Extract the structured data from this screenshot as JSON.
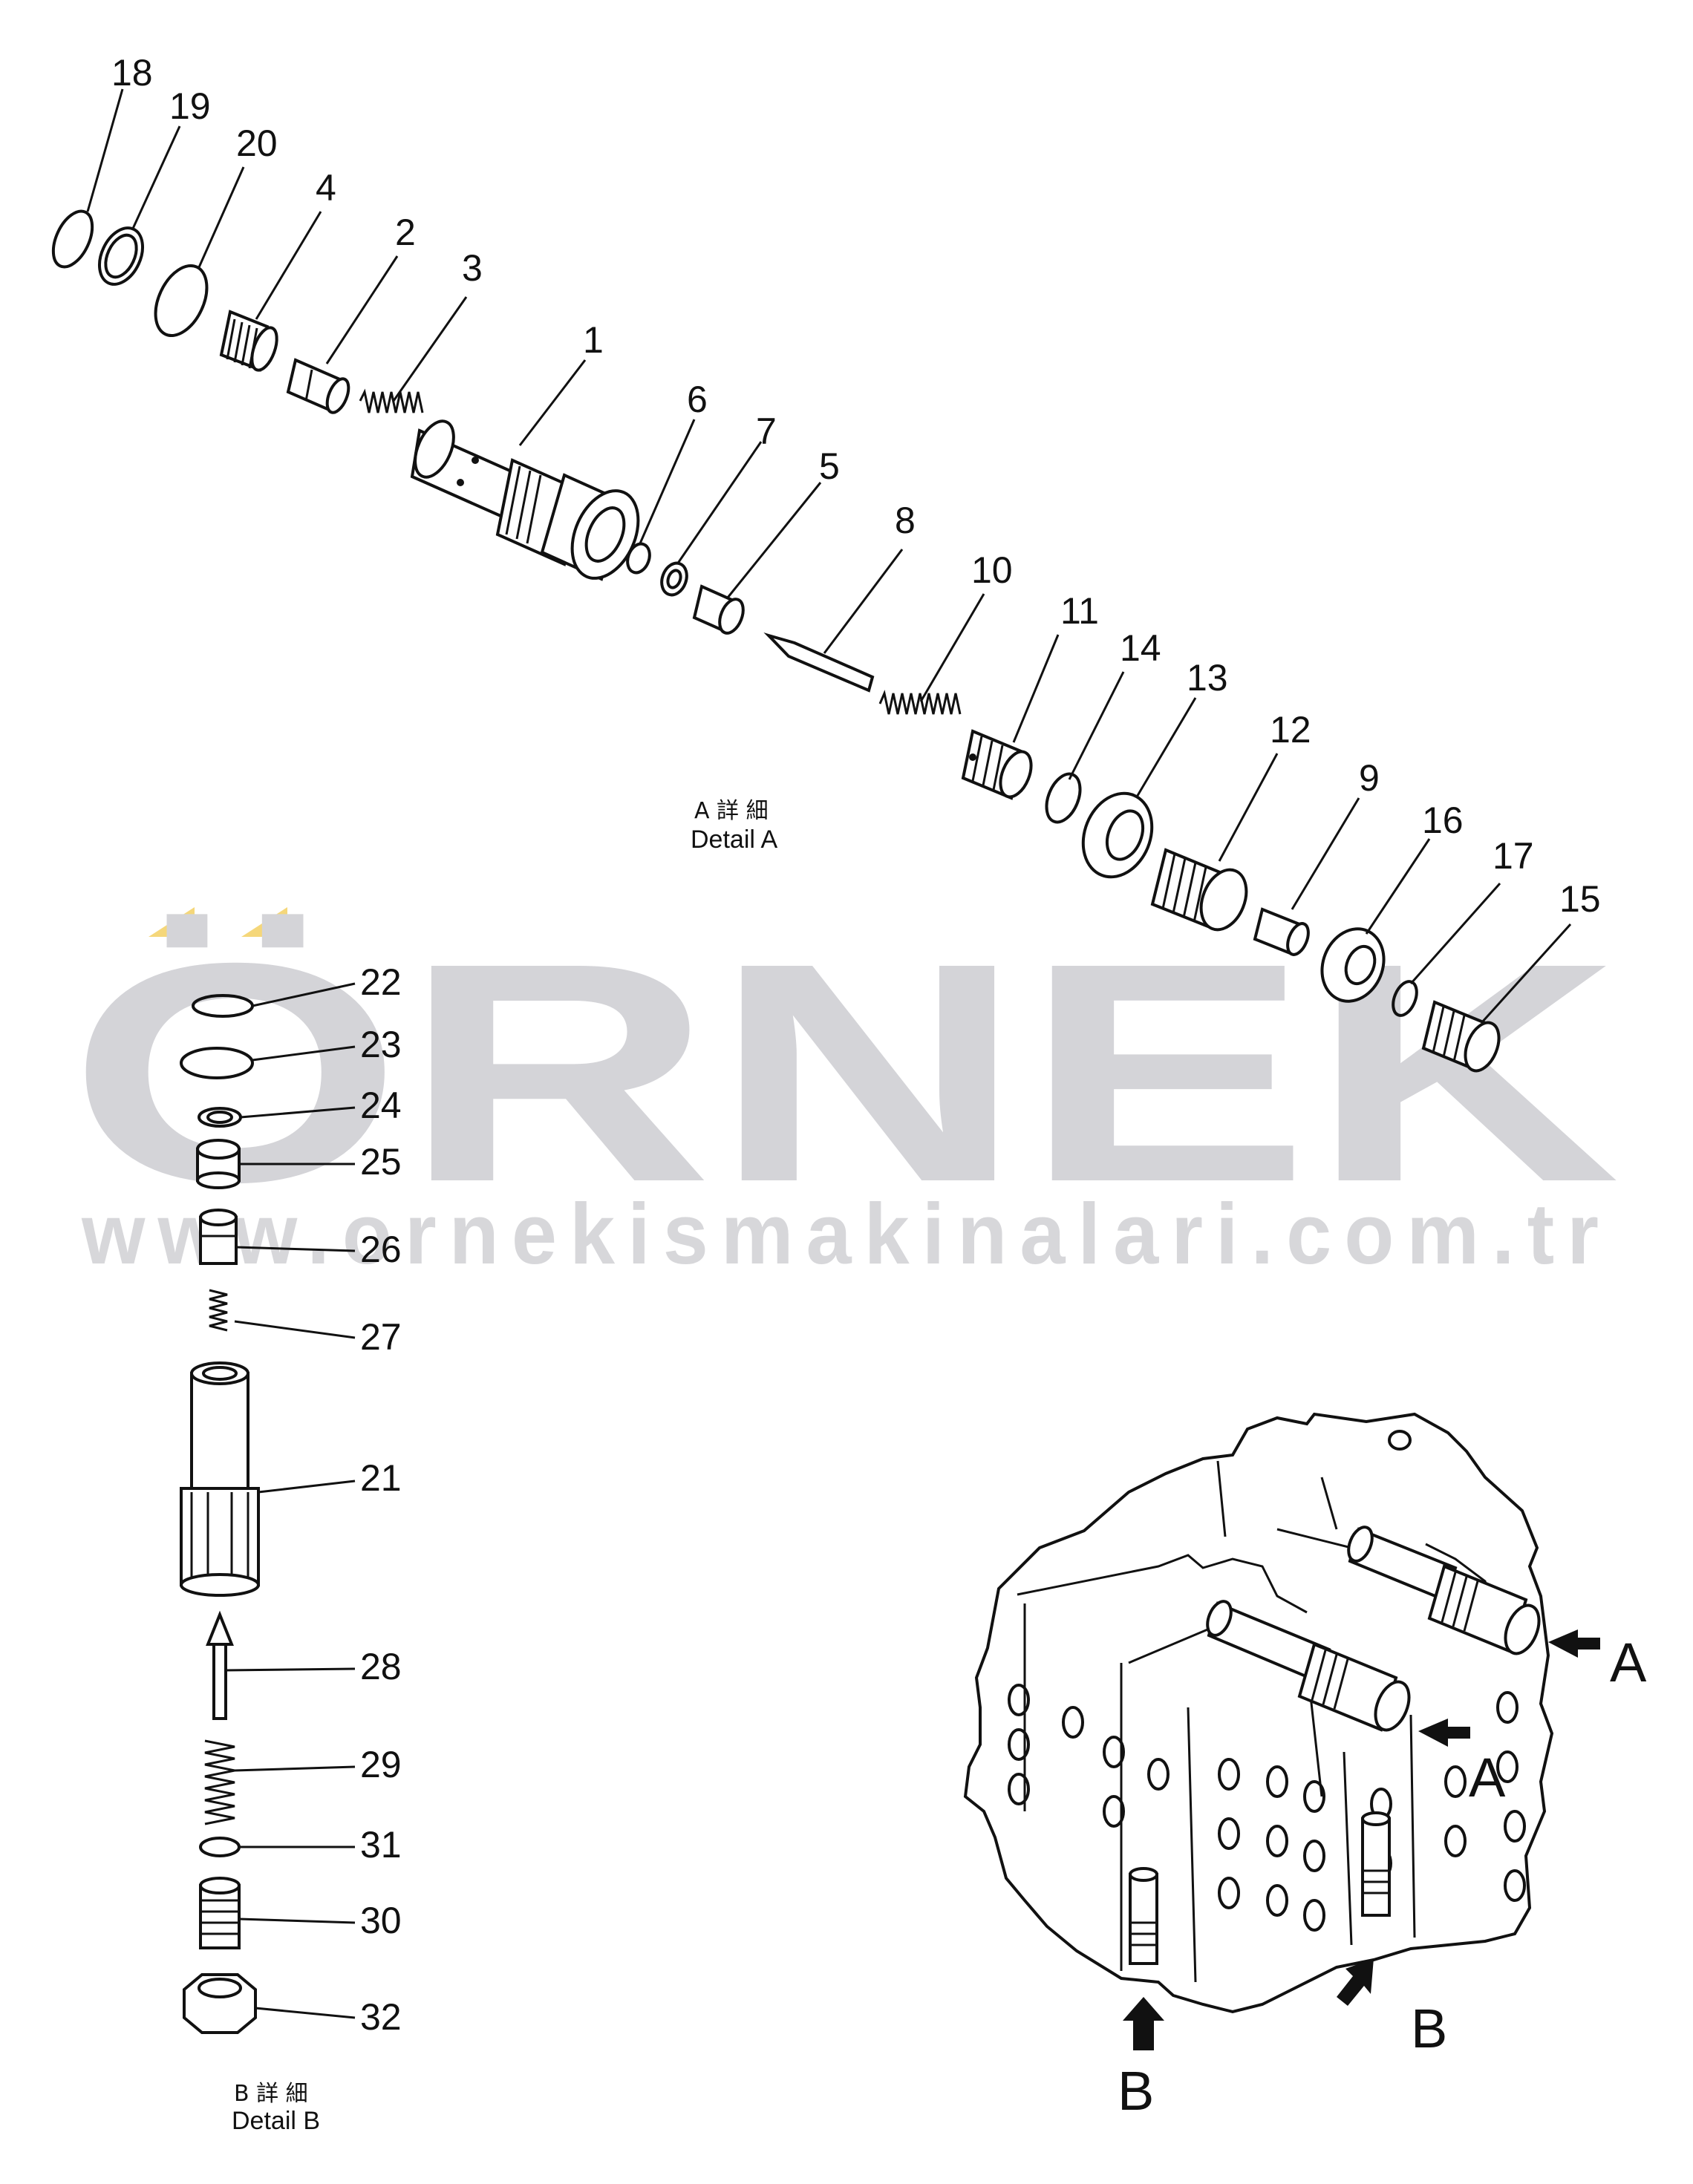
{
  "watermark": {
    "brand": "ÖRNEK",
    "url": "www.ornekismakinalari.com.tr",
    "accent_color": "#f5d77a",
    "text_color": "#d4d4d8"
  },
  "detail_a": {
    "caption_jp": "A 詳 細",
    "caption_en": "Detail A",
    "callouts": [
      "18",
      "19",
      "20",
      "4",
      "2",
      "3",
      "1",
      "6",
      "7",
      "5",
      "8",
      "10",
      "11",
      "14",
      "13",
      "12",
      "9",
      "16",
      "17",
      "15"
    ]
  },
  "detail_b": {
    "caption_jp": "B 詳 細",
    "caption_en": "Detail B",
    "callouts": [
      "22",
      "23",
      "24",
      "25",
      "26",
      "27",
      "21",
      "28",
      "29",
      "31",
      "30",
      "32"
    ]
  },
  "assembly_view": {
    "view_markers": [
      "A",
      "A",
      "B",
      "B"
    ]
  }
}
